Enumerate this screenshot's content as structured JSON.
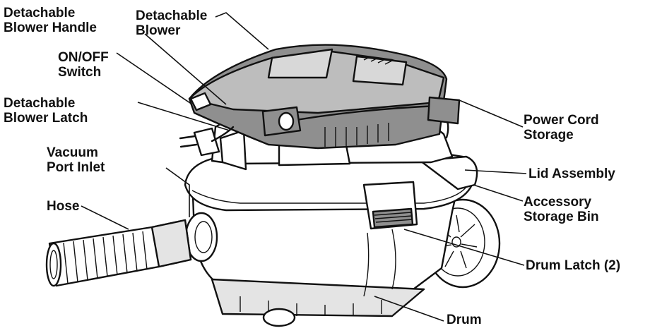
{
  "colors": {
    "outline": "#111111",
    "body": "#ffffff",
    "dark_gray": "#8f8f8f",
    "mid_gray": "#bdbdbd",
    "light_gray": "#e4e4e4"
  },
  "labels": {
    "blower_handle": [
      "Detachable",
      "Blower Handle"
    ],
    "blower": [
      "Detachable",
      "Blower"
    ],
    "on_off_switch": [
      "ON/OFF",
      "Switch"
    ],
    "blower_latch": [
      "Detachable",
      "Blower Latch"
    ],
    "vacuum_port_inlet": [
      "Vacuum",
      "Port Inlet"
    ],
    "hose": [
      "Hose"
    ],
    "power_cord_storage": [
      "Power Cord",
      "Storage"
    ],
    "lid_assembly": [
      "Lid Assembly"
    ],
    "accessory_storage_bin": [
      "Accessory",
      "Storage Bin"
    ],
    "drum_latch": [
      "Drum Latch (2)"
    ],
    "drum": [
      "Drum"
    ]
  }
}
